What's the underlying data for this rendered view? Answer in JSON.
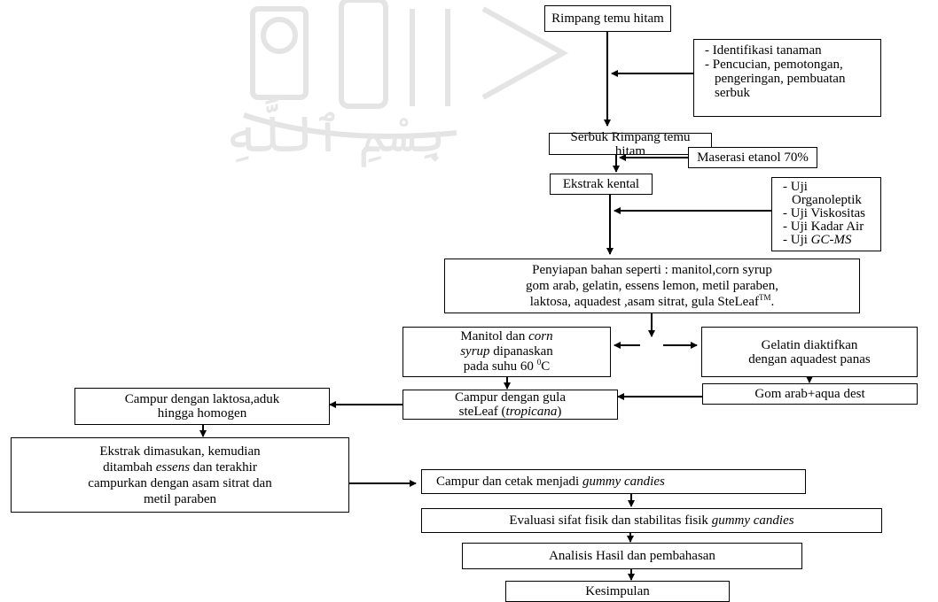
{
  "watermark": {
    "text": "بِسْمِ ٱللَّهِ"
  },
  "nodes": {
    "rimpang": "Rimpang temu hitam",
    "prep_notes": [
      "- Identifikasi tanaman",
      "- Pencucian, pemotongan,",
      "pengeringan, pembuatan",
      "serbuk"
    ],
    "serbuk": "Serbuk Rimpang temu hitam",
    "maserasi": "Maserasi etanol 70%",
    "ekstrak": "Ekstrak kental",
    "uji": [
      "- Uji",
      "Organoleptik",
      "- Uji Viskositas",
      "- Uji Kadar Air",
      "- Uji ",
      "GC-MS"
    ],
    "penyiapan": [
      "Penyiapan bahan seperti : manitol,corn syrup",
      "gom arab, gelatin, essens lemon, metil paraben,",
      "laktosa, aquadest ,asam sitrat, gula SteLeaf",
      "TM",
      "."
    ],
    "manitol": [
      "Manitol dan ",
      "corn",
      "syrup",
      " dipanaskan",
      "pada suhu 60 ",
      "0",
      "C"
    ],
    "gelatin": [
      "Gelatin diaktifkan",
      "dengan aquadest panas"
    ],
    "gom": "Gom arab+aqua dest",
    "campur_gula": [
      "Campur  dengan gula",
      "steLeaf (",
      "tropicana",
      ")"
    ],
    "laktosa": [
      "Campur dengan laktosa,aduk",
      "hingga homogen"
    ],
    "ekstrak_masuk": [
      "Ekstrak dimasukan, kemudian",
      "ditambah ",
      "essens",
      " dan terakhir",
      "campurkan dengan asam sitrat dan",
      "metil paraben"
    ],
    "cetak": [
      "Campur dan cetak menjadi ",
      "gummy candies"
    ],
    "evaluasi": [
      "Evaluasi sifat fisik dan stabilitas fisik ",
      "gummy candies"
    ],
    "analisis": "Analisis Hasil dan pembahasan",
    "kesimpulan": "Kesimpulan"
  }
}
